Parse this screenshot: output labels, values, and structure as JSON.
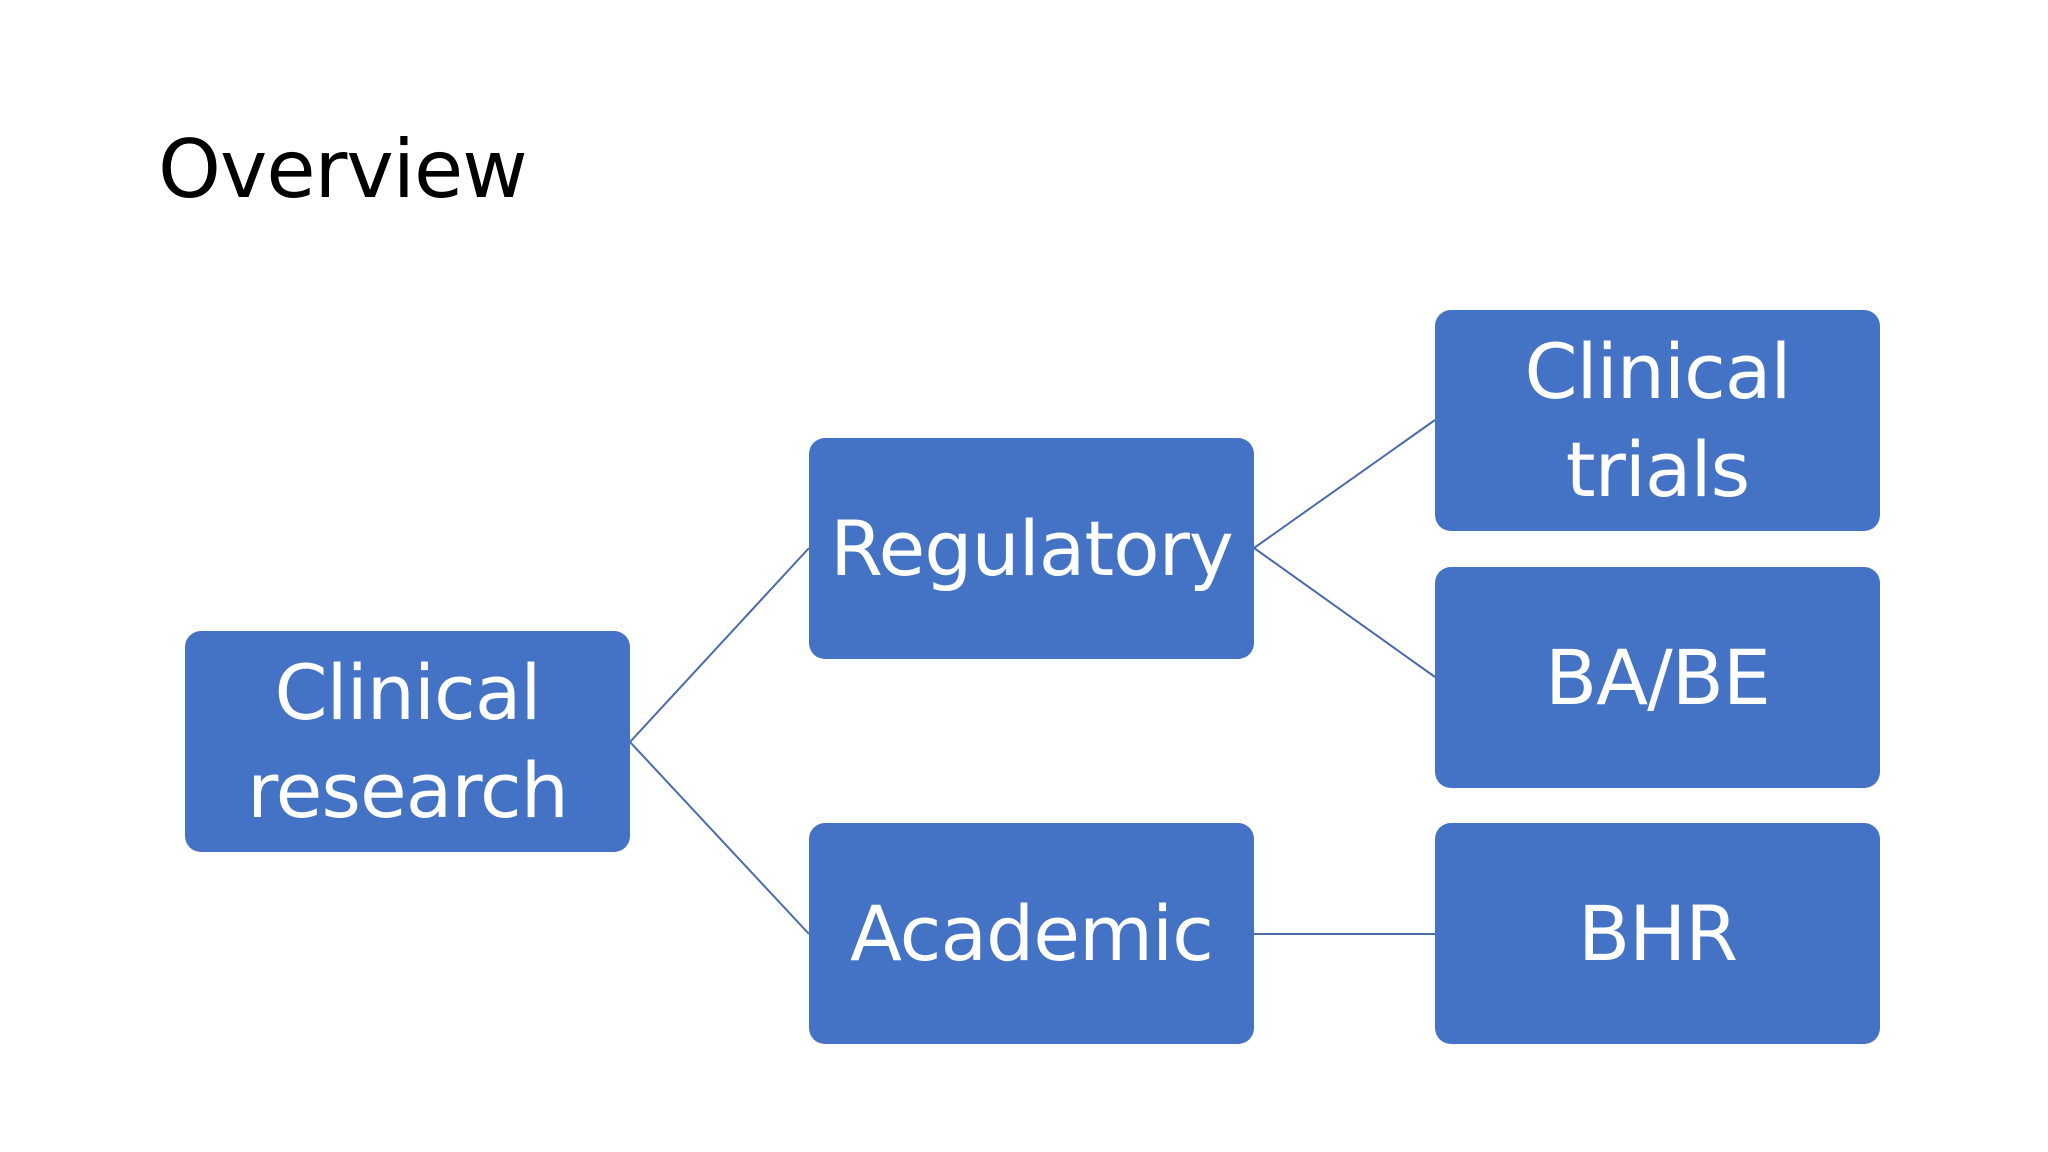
{
  "slide": {
    "title": "Overview"
  },
  "diagram": {
    "node_color": "#4472c4",
    "connector_color": "#4a6aa8",
    "nodes": {
      "root": {
        "line1": "Clinical",
        "line2": "research"
      },
      "regulatory": {
        "label": "Regulatory"
      },
      "academic": {
        "label": "Academic"
      },
      "trials": {
        "line1": "Clinical",
        "line2": "trials"
      },
      "babe": {
        "label": "BA/BE"
      },
      "bhr": {
        "label": "BHR"
      }
    },
    "edges": [
      {
        "from": "root",
        "to": "regulatory"
      },
      {
        "from": "root",
        "to": "academic"
      },
      {
        "from": "regulatory",
        "to": "trials"
      },
      {
        "from": "regulatory",
        "to": "babe"
      },
      {
        "from": "academic",
        "to": "bhr"
      }
    ]
  }
}
